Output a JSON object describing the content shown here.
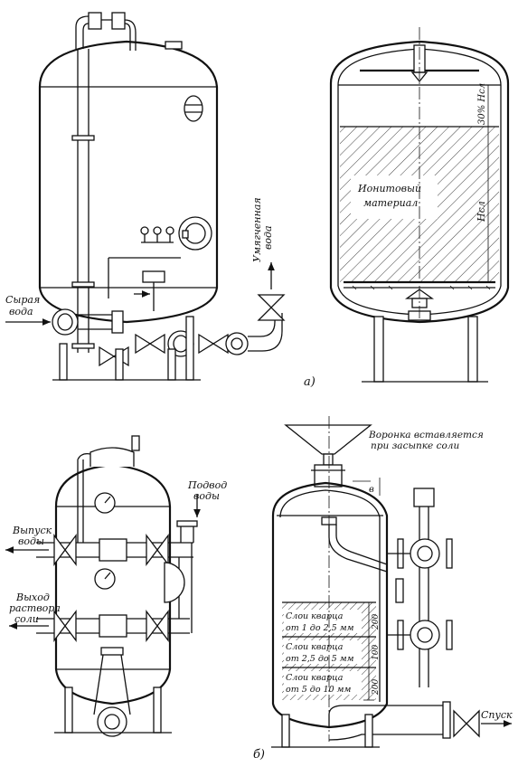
{
  "figure_a": {
    "left": {
      "raw_water": [
        "Сырая",
        "вода"
      ],
      "softened_water": [
        "Умягченная",
        "вода"
      ]
    },
    "right": {
      "ion_material": [
        "Ионитовый",
        "материал"
      ],
      "top_gap": "30% Hсл",
      "bed_height": "Hсл"
    },
    "caption": "а)"
  },
  "figure_b": {
    "left": {
      "water_inlet": [
        "Подвод",
        "воды"
      ],
      "water_outlet": [
        "Выпуск",
        "воды"
      ],
      "brine_outlet": [
        "Выход",
        "раствора",
        "соли"
      ]
    },
    "right": {
      "funnel_note": [
        "Воронка вставляется",
        "при засыпке соли"
      ],
      "gap_b": "в",
      "layer1": [
        "Слои кварца",
        "от 1 до 2,5 мм"
      ],
      "layer2": [
        "Слои кварца",
        "от 2,5 до 5 мм"
      ],
      "layer3": [
        "Слои кварца",
        "от 5 до 10 мм"
      ],
      "dim1": "200",
      "dim2": "100",
      "dim3": "200",
      "drain": "Спуск"
    },
    "caption": "б)"
  }
}
